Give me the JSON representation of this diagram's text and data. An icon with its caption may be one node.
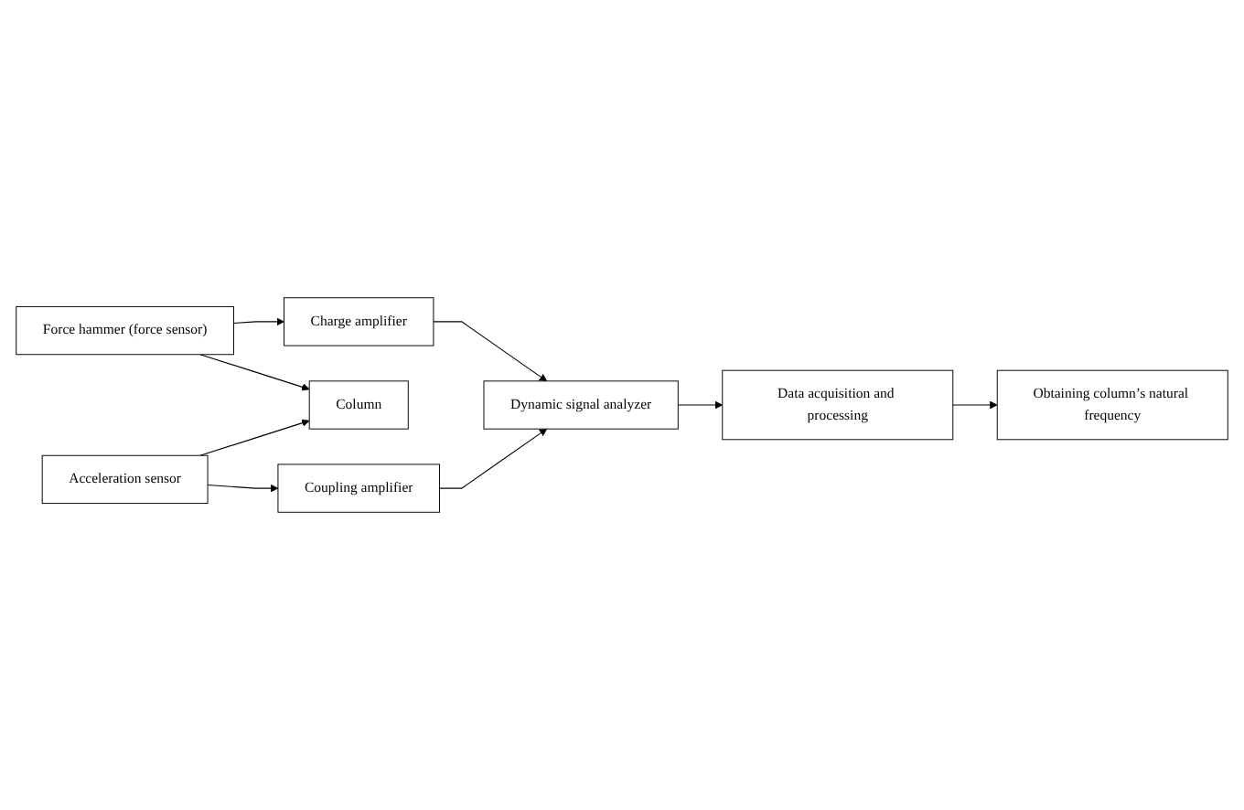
{
  "diagram": {
    "nodes": [
      {
        "text": [
          "Force hammer (force sensor)"
        ]
      },
      {
        "text": [
          "Charge amplifier"
        ]
      },
      {
        "text": [
          "Column"
        ]
      },
      {
        "text": [
          "Dynamic signal analyzer"
        ]
      },
      {
        "text": [
          "Acceleration sensor"
        ]
      },
      {
        "text": [
          "Coupling amplifier"
        ]
      },
      {
        "text": [
          "Obtaining column’s natural frequency"
        ]
      },
      {
        "text": [
          "Data acquisition and processing"
        ]
      }
    ],
    "edges": [
      {
        "from": 0,
        "to": 1,
        "arrow": "to"
      },
      {
        "from": 0,
        "to": 2,
        "arrow": "to"
      },
      {
        "from": 4,
        "to": 2,
        "arrow": "to"
      },
      {
        "from": 4,
        "to": 5,
        "arrow": "to"
      },
      {
        "from": 1,
        "to": 3,
        "arrow": "to"
      },
      {
        "from": 5,
        "to": 3,
        "arrow": "to"
      },
      {
        "from": 3,
        "to": 7,
        "arrow": "to"
      },
      {
        "from": 7,
        "to": 6,
        "arrow": "to"
      }
    ]
  }
}
